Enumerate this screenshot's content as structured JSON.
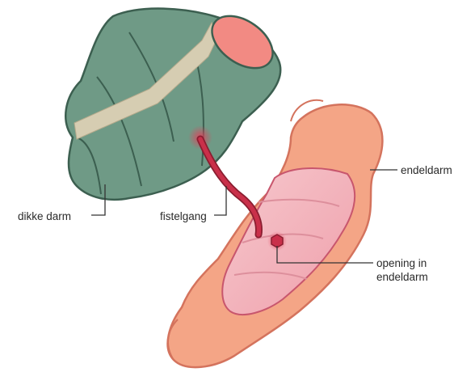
{
  "labels": {
    "dikke_darm": "dikke darm",
    "fistelgang": "fistelgang",
    "endeldarm": "endeldarm",
    "opening_line1": "opening in",
    "opening_line2": "endeldarm"
  },
  "colors": {
    "colon_fill": "#6f9a86",
    "colon_outline": "#3c5f50",
    "colon_band": "#d6cdb2",
    "colon_lumen": "#f28a83",
    "rectum_outer": "#f4a586",
    "rectum_outline": "#d4735d",
    "rectum_inner": "#f3b4bb",
    "fistula": "#c9304a",
    "leader_line": "#333333"
  }
}
